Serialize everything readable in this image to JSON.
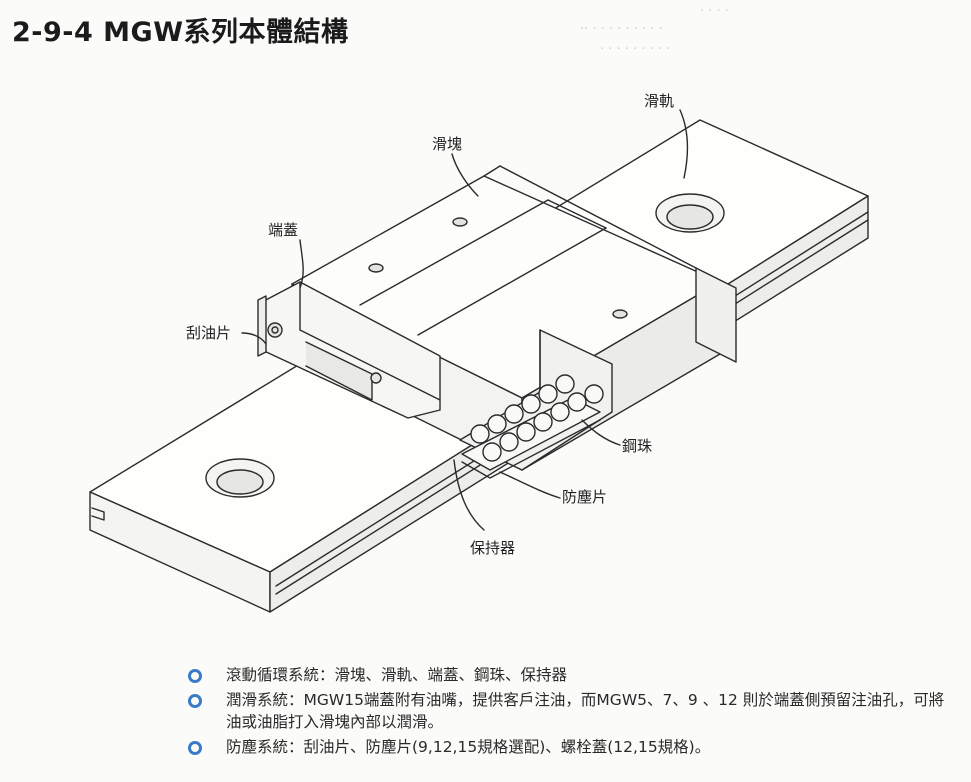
{
  "title": "2-9-4 MGW系列本體結構",
  "labels": {
    "rail": "滑軌",
    "block": "滑塊",
    "end_cap": "端蓋",
    "scraper": "刮油片",
    "steel_ball": "鋼珠",
    "dust_strip": "防塵片",
    "retainer": "保持器"
  },
  "bullets": [
    "滾動循環系統：滑塊、滑軌、端蓋、鋼珠、保持器",
    "潤滑系統：MGW15端蓋附有油嘴，提供客戶注油，而MGW5、7、9 、12 則於端蓋側預留注油孔，可將油或油脂打入滑塊內部以潤滑。",
    "防塵系統：刮油片、防塵片(9,12,15規格選配)、螺栓蓋(12,15規格)。"
  ],
  "colors": {
    "bullet_ring": "#3a7bc8",
    "line_art": "#2b2b2b",
    "background": "#fbfbf9"
  }
}
